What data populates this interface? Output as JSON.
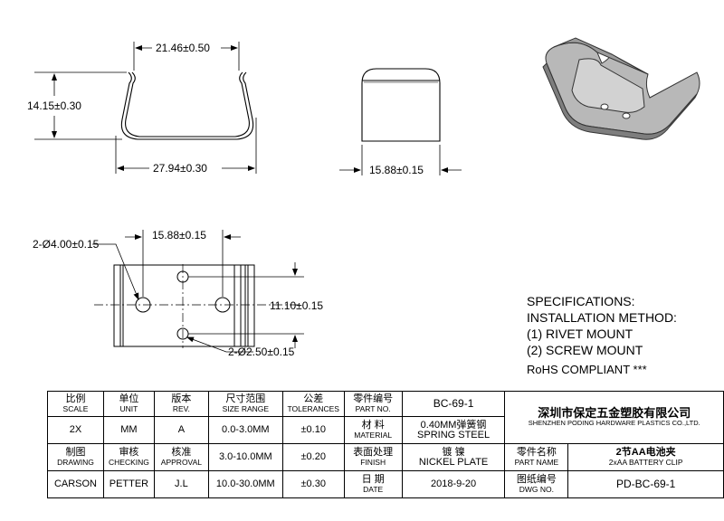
{
  "views": {
    "front": {
      "width_top": "21.46±0.50",
      "height": "14.15±0.30",
      "width_bottom": "27.94±0.30"
    },
    "side": {
      "width": "15.88±0.15"
    },
    "bottom": {
      "hole_large": "2-Ø4.00±0.15",
      "hole_spacing": "15.88±0.15",
      "hole_vertical": "11.10±0.15",
      "hole_small": "2-Ø2.50±0.15"
    }
  },
  "specs": {
    "title": "SPECIFICATIONS:",
    "method": "INSTALLATION METHOD:",
    "item1": "(1) RIVET MOUNT",
    "item2": "(2) SCREW MOUNT",
    "rohs": "RoHS COMPLIANT ***"
  },
  "title_block": {
    "scale_cn": "比例",
    "scale_en": "SCALE",
    "scale_val": "2X",
    "unit_cn": "单位",
    "unit_en": "UNIT",
    "unit_val": "MM",
    "rev_cn": "版本",
    "rev_en": "REV.",
    "rev_val": "A",
    "size_cn": "尺寸范围",
    "size_en": "SIZE RANGE",
    "tol_cn": "公差",
    "tol_en": "TOLERANCES",
    "partno_cn": "零件编号",
    "partno_en": "PART NO.",
    "partno_val": "BC-69-1",
    "company_cn": "深圳市保定五金塑胶有限公司",
    "company_en": "SHENZHEN PODING HARDWARE PLASTICS CO.,LTD.",
    "range1": "0.0-3.0MM",
    "tol1": "±0.10",
    "range2": "3.0-10.0MM",
    "tol2": "±0.20",
    "range3": "10.0-30.0MM",
    "tol3": "±0.30",
    "material_cn": "材 料",
    "material_en": "MATERIAL",
    "material_val_cn": "0.40MM弹簧钢",
    "material_val_en": "SPRING STEEL",
    "drawing_cn": "制图",
    "drawing_en": "DRAWING",
    "drawing_val": "CARSON",
    "checking_cn": "审核",
    "checking_en": "CHECKING",
    "checking_val": "PETTER",
    "approval_cn": "核准",
    "approval_en": "APPROVAL",
    "approval_val": "J.L",
    "finish_cn": "表面处理",
    "finish_en": "FINISH",
    "finish_val_cn": "镀 镍",
    "finish_val_en": "NICKEL PLATE",
    "partname_cn": "零件名称",
    "partname_en": "PART NAME",
    "partname_val_cn": "2节AA电池夹",
    "partname_val_en": "2xAA BATTERY CLIP",
    "date_cn": "日 期",
    "date_en": "DATE",
    "date_val": "2018-9-20",
    "dwgno_cn": "图纸编号",
    "dwgno_en": "DWG NO.",
    "dwgno_val": "PD-BC-69-1"
  }
}
